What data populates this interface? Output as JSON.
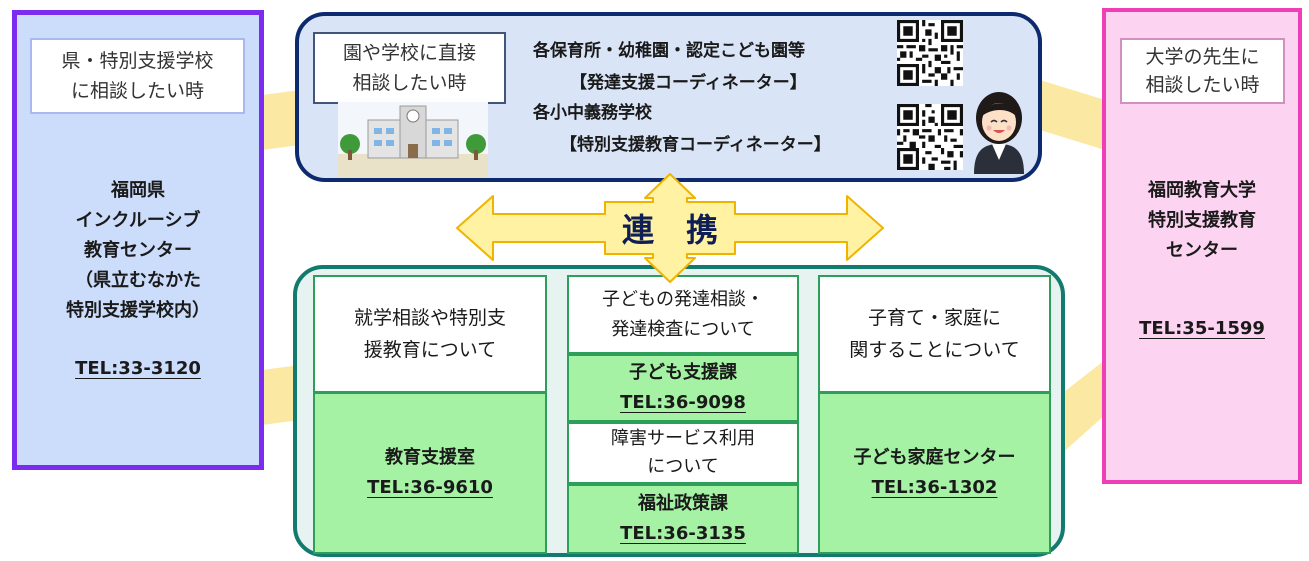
{
  "left_panel": {
    "header": "県・特別支援学校\nに相談したい時",
    "org": "福岡県\nインクルーシブ\n教育センター\n（県立むなかた\n特別支援学校内）",
    "tel": "TEL:33-3120"
  },
  "right_panel": {
    "header": "大学の先生に\n相談したい時",
    "org": "福岡教育大学\n特別支援教育\nセンター",
    "tel": "TEL:35-1599"
  },
  "top_panel": {
    "header": "園や学校に直接\n相談したい時",
    "line1": "各保育所・幼稚園・認定こども園等",
    "line2": "【発達支援コーディネーター】",
    "line3": "各小中義務学校",
    "line4": "【特別支援教育コーディネーター】"
  },
  "center_arrow": {
    "label": "連　携"
  },
  "bottom_panel": {
    "col1": {
      "topic": "就学相談や特別支\n援教育について",
      "org": "教育支援室",
      "tel": "TEL:36-9610"
    },
    "col2a": {
      "topic": "子どもの発達相談・\n発達検査について",
      "org": "子ども支援課",
      "tel": "TEL:36-9098"
    },
    "col2b": {
      "topic": "障害サービス利用\nについて",
      "org": "福祉政策課",
      "tel": "TEL:36-3135"
    },
    "col3": {
      "topic": "子育て・家庭に\n関することについて",
      "org": "子ども家庭センター",
      "tel": "TEL:36-1302"
    }
  },
  "colors": {
    "left_border": "#7b2cf0",
    "left_fill": "#ccdcfb",
    "right_border": "#ef3fb7",
    "right_fill": "#fcd3f1",
    "top_border": "#0e2a6e",
    "top_fill": "#d9e4f6",
    "bottom_border": "#137a6e",
    "bottom_fill": "#e6f3f0",
    "green_card": "#a5f2a5",
    "arrow_fill": "#fff2a3",
    "connector": "#fbe8a3"
  },
  "icons": [
    "qr-code-icon",
    "qr-code-icon",
    "school-building-icon",
    "teacher-avatar-icon"
  ]
}
